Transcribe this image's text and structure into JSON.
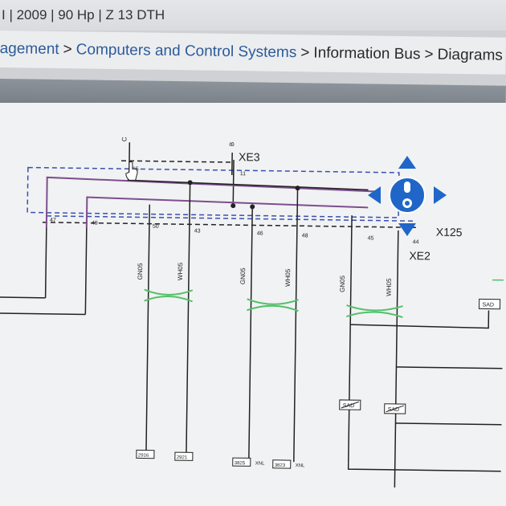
{
  "window": {
    "title": "I | 2009 | 90 Hp | Z 13 DTH"
  },
  "breadcrumb": {
    "items": [
      "agement",
      "Computers and Control Systems",
      "Information Bus",
      "Diagrams"
    ],
    "separator": ">"
  },
  "diagram": {
    "connectors": {
      "xe3": "XE3",
      "x125": "X125",
      "xe2": "XE2"
    },
    "top_labels": {
      "c": "C",
      "b": "B"
    },
    "pins": {
      "p15": "15",
      "p11": "11",
      "p47": "47",
      "p49": "49",
      "p50": "50",
      "p43": "43",
      "p46": "46",
      "p48": "48",
      "p45": "45",
      "p44": "44"
    },
    "wire_colors": {
      "w1": "GN05",
      "w2": "WH05",
      "w3": "GN05",
      "w4": "WH05",
      "w5": "GN05",
      "w6": "WH05"
    },
    "components": {
      "sad1": "SAD",
      "sad2": "SAD",
      "sad3": "SAD",
      "c1": "2916",
      "c2": "2921",
      "c3": "3825",
      "c4": "3823",
      "xnl1": "XNL",
      "xnl2": "XNL"
    }
  },
  "colors": {
    "link": "#2b5b9a",
    "wire_purple": "#7d4e8f",
    "twist_green": "#53c06a",
    "nav_blue": "#1f66c8"
  }
}
